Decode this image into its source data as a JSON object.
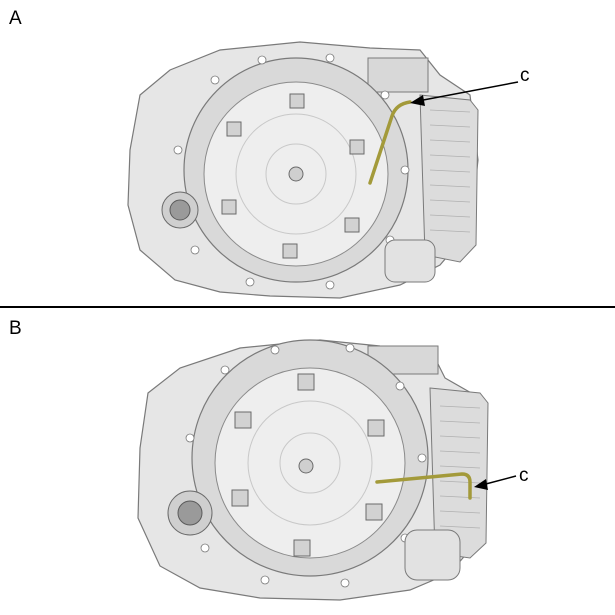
{
  "panels": [
    {
      "label": "A",
      "callout": "c"
    },
    {
      "label": "B",
      "callout": "c"
    }
  ],
  "colors": {
    "background": "#ffffff",
    "housing": "#e6e6e6",
    "housing_shade": "#c9c9c9",
    "outline": "#7a7a7a",
    "converter": "#eeeeee",
    "highlight_tube": "#a39a3a",
    "divider": "#000000"
  },
  "icons": [
    "transmission-illustration",
    "dipstick-tube",
    "leader-arrow"
  ]
}
